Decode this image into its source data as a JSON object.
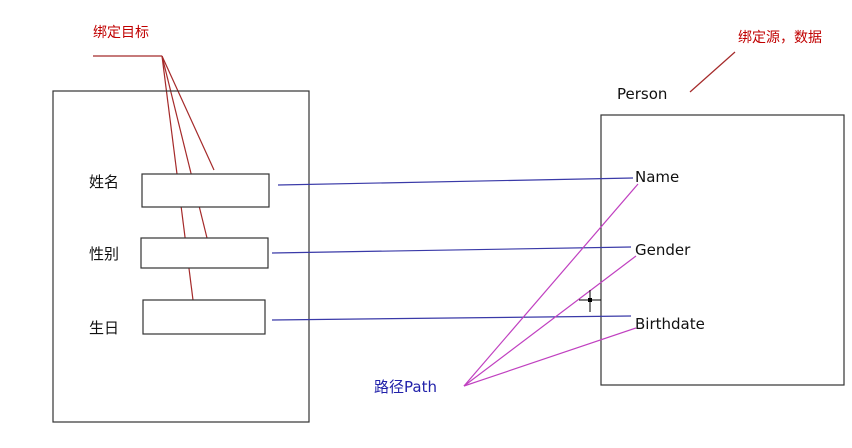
{
  "annotations": {
    "binding_target": "绑定目标",
    "binding_source": "绑定源，数据",
    "path": "路径Path"
  },
  "source_object": {
    "title": "Person",
    "properties": [
      "Name",
      "Gender",
      "Birthdate"
    ]
  },
  "target_form": {
    "fields": [
      "姓名",
      "性别",
      "生日"
    ]
  },
  "colors": {
    "annotation_red": "#c00000",
    "red_line": "#a52a2a",
    "blue_line": "#3a3aa8",
    "path_text": "#2222aa",
    "magenta_line": "#c040c0",
    "box_stroke": "#333333"
  }
}
